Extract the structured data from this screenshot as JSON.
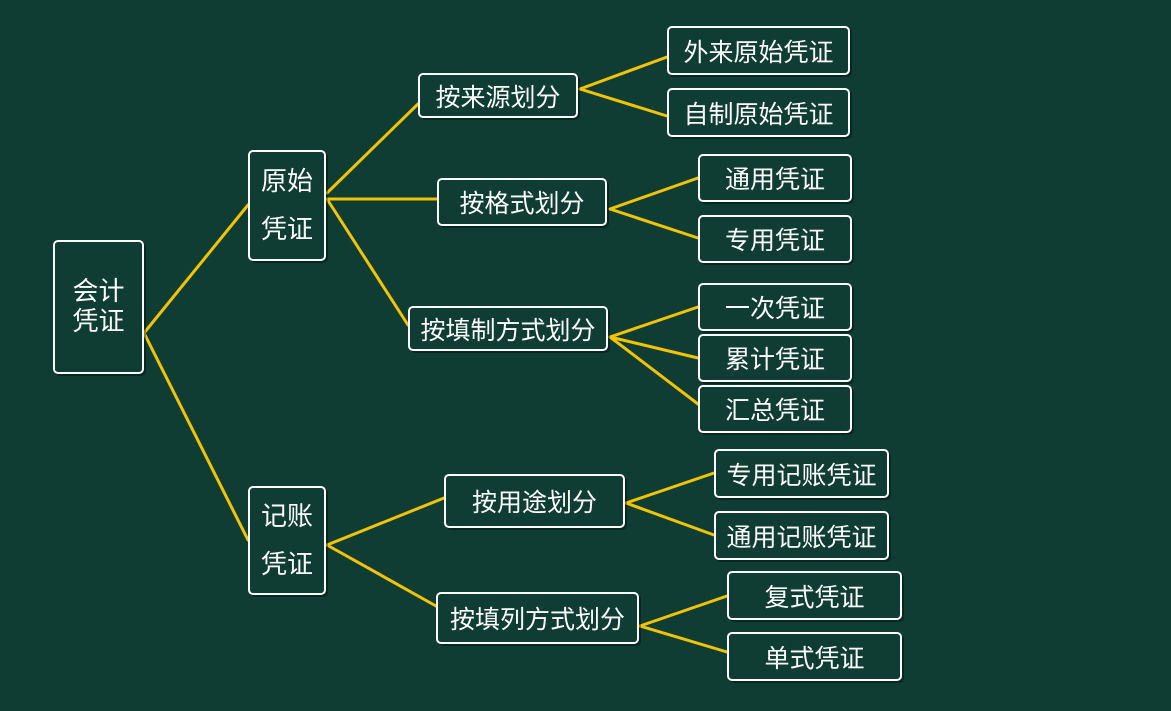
{
  "colors": {
    "background": "#0f3d33",
    "edge": "#f2c400",
    "border": "#ffffff",
    "text": "#ffffff"
  },
  "root": {
    "line1": "会计",
    "line2": "凭证"
  },
  "original": {
    "line1": "原始",
    "line2": "凭证",
    "by_source": {
      "label": "按来源划分",
      "children": [
        "外来原始凭证",
        "自制原始凭证"
      ]
    },
    "by_format": {
      "label": "按格式划分",
      "children": [
        "通用凭证",
        "专用凭证"
      ]
    },
    "by_fill_method": {
      "label": "按填制方式划分",
      "children": [
        "一次凭证",
        "累计凭证",
        "汇总凭证"
      ]
    }
  },
  "bookkeeping": {
    "line1": "记账",
    "line2": "凭证",
    "by_use": {
      "label": "按用途划分",
      "children": [
        "专用记账凭证",
        "通用记账凭证"
      ]
    },
    "by_fill_list": {
      "label": "按填列方式划分",
      "children": [
        "复式凭证",
        "单式凭证"
      ]
    }
  }
}
